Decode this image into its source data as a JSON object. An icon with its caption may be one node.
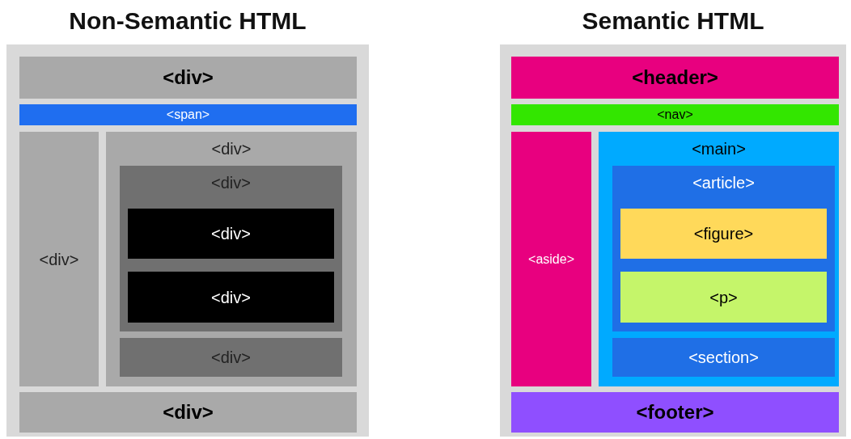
{
  "diagram": {
    "nodes": [
      {
        "text": [
          "Non-Semantic HTML"
        ]
      },
      {
        "text": [
          "<div>"
        ],
        "in": 0
      },
      {
        "text": [
          "<span>"
        ],
        "in": 0
      },
      {
        "text": [
          "<div>"
        ],
        "in": 0
      },
      {
        "text": [
          "<div>"
        ],
        "in": 0
      },
      {
        "text": [
          "<div>"
        ],
        "in": 4
      },
      {
        "text": [
          "<div>"
        ],
        "in": 5
      },
      {
        "text": [
          "<div>"
        ],
        "in": 5
      },
      {
        "text": [
          "<div>"
        ],
        "in": 4
      },
      {
        "text": [
          "<div>"
        ],
        "in": 0
      },
      {
        "text": [
          "Semantic HTML"
        ]
      },
      {
        "text": [
          "<header>"
        ],
        "in": 10
      },
      {
        "text": [
          "<nav>"
        ],
        "in": 10
      },
      {
        "text": [
          "<aside>"
        ],
        "in": 10
      },
      {
        "text": [
          "<main>"
        ],
        "in": 10
      },
      {
        "text": [
          "<article>"
        ],
        "in": 14
      },
      {
        "text": [
          "<figure>"
        ],
        "in": 15
      },
      {
        "text": [
          "<p>"
        ],
        "in": 15
      },
      {
        "text": [
          "<section>"
        ],
        "in": 14
      },
      {
        "text": [
          "<footer>"
        ],
        "in": 10
      }
    ]
  }
}
